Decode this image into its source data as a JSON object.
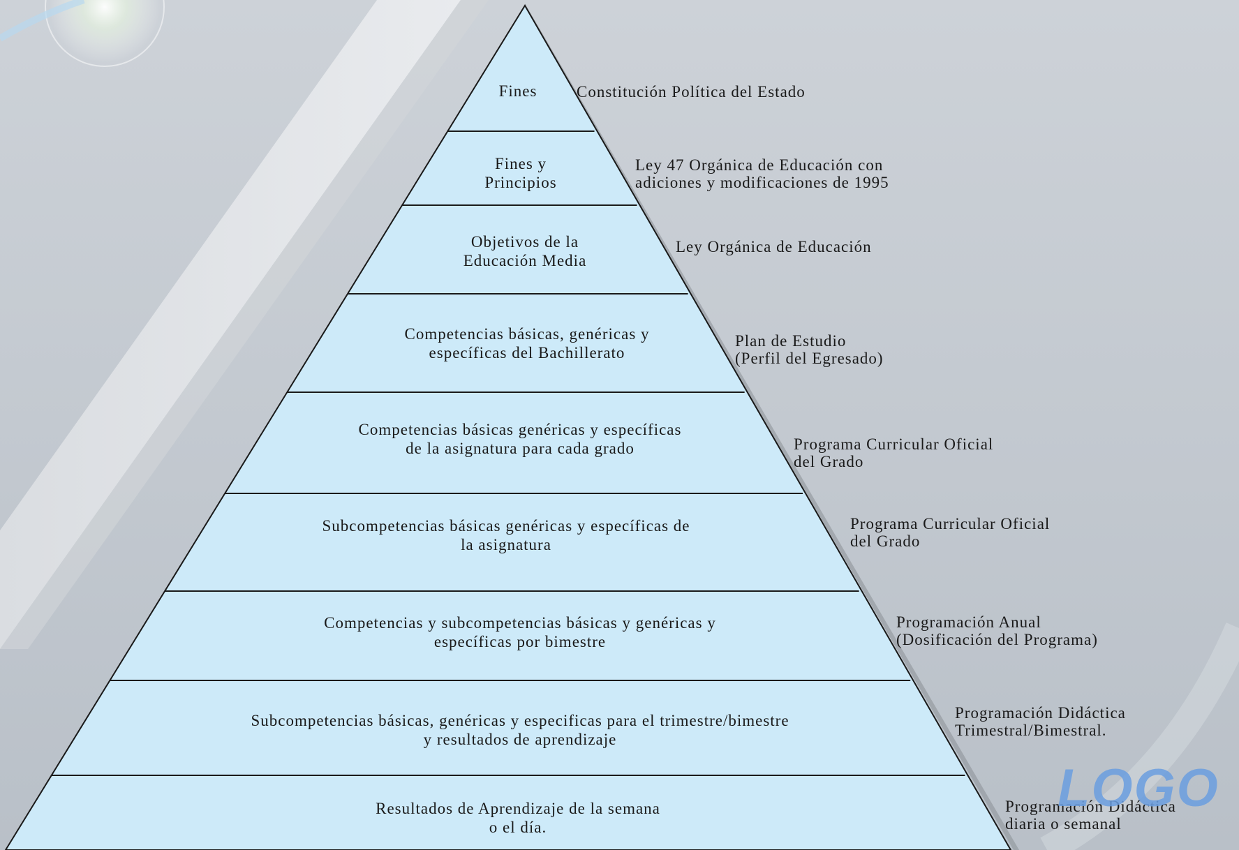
{
  "tiers": [
    {
      "lines": [
        "Fines"
      ]
    },
    {
      "lines": [
        "Fines y",
        "Principios"
      ]
    },
    {
      "lines": [
        "Objetivos de la",
        "Educación Media"
      ]
    },
    {
      "lines": [
        "Competencias básicas, genéricas y",
        "específicas del Bachillerato"
      ]
    },
    {
      "lines": [
        "Competencias básicas genéricas y específicas",
        "de la asignatura para cada grado"
      ]
    },
    {
      "lines": [
        "Subcompetencias básicas genéricas y específicas de",
        "la asignatura"
      ]
    },
    {
      "lines": [
        "Competencias y subcompetencias básicas y genéricas y",
        "específicas por bimestre"
      ]
    },
    {
      "lines": [
        "Subcompetencias básicas, genéricas y especificas para el trimestre/bimestre",
        "y resultados de aprendizaje"
      ]
    },
    {
      "lines": [
        "Resultados de Aprendizaje de la semana",
        "o el día."
      ]
    }
  ],
  "sources": [
    {
      "lines": [
        "Constitución Política del Estado"
      ]
    },
    {
      "lines": [
        "Ley 47 Orgánica de Educación con",
        "adiciones y modificaciones de 1995"
      ]
    },
    {
      "lines": [
        "Ley Orgánica de Educación"
      ]
    },
    {
      "lines": [
        "Plan de Estudio",
        "(Perfil del Egresado)"
      ]
    },
    {
      "lines": [
        "Programa Curricular Oficial",
        "del Grado"
      ]
    },
    {
      "lines": [
        "Programa Curricular Oficial",
        "del Grado"
      ]
    },
    {
      "lines": [
        "Programación Anual",
        "(Dosificación del Programa)"
      ]
    },
    {
      "lines": [
        "Programación Didáctica",
        "Trimestral/Bimestral."
      ]
    },
    {
      "lines": [
        "Programación Didáctica",
        "diaria o semanal"
      ]
    }
  ],
  "logo_text": "LOGO",
  "colors": {
    "pyramid_fill": "#cdeaf9",
    "line": "#1a1a1a",
    "logo": "#6b9ee0"
  }
}
